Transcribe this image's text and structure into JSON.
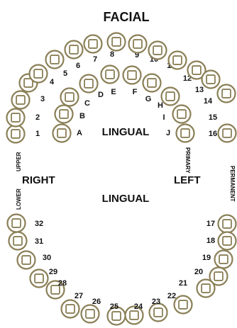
{
  "labels": {
    "title": "FACIAL",
    "lingual_upper": "LINGUAL",
    "lingual_lower": "LINGUAL",
    "right": "RIGHT",
    "left": "LEFT",
    "upper": "UPPER",
    "lower": "LOWER",
    "primary": "PRIMARY",
    "permanent": "PERMANENT"
  },
  "permanent_teeth": [
    "1",
    "2",
    "3",
    "4",
    "5",
    "6",
    "7",
    "8",
    "9",
    "10",
    "11",
    "12",
    "13",
    "14",
    "15",
    "16",
    "17",
    "18",
    "19",
    "20",
    "21",
    "22",
    "23",
    "24",
    "25",
    "26",
    "27",
    "28",
    "29",
    "30",
    "31",
    "32"
  ],
  "primary_teeth": [
    "A",
    "B",
    "C",
    "D",
    "E",
    "F",
    "G",
    "H",
    "I",
    "J"
  ],
  "colors": {
    "outline": "#8a7f56",
    "text": "#111111",
    "background": "#ffffff"
  }
}
